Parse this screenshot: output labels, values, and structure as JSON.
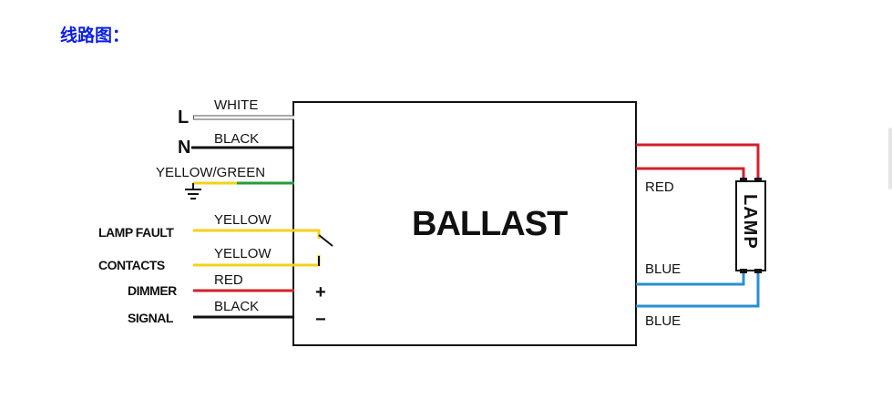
{
  "heading": "线路图：",
  "ballast_label": "BALLAST",
  "lamp_label": "LAMP",
  "terminals": {
    "line": "L",
    "neutral": "N",
    "lamp_fault": "LAMP FAULT",
    "contacts": "CONTACTS",
    "dimmer": "DIMMER",
    "signal": "SIGNAL",
    "plus": "+",
    "minus": "−"
  },
  "wires": {
    "white": "WHITE",
    "black_n": "BLACK",
    "yellow_green": "YELLOW/GREEN",
    "yellow_1": "YELLOW",
    "yellow_2": "YELLOW",
    "red_dim": "RED",
    "black_sig": "BLACK",
    "red_out": "RED",
    "blue_out_1": "BLUE",
    "blue_out_2": "BLUE"
  },
  "colors": {
    "red": "#d2202a",
    "blue": "#2a8fd0",
    "yellow": "#f2d21a",
    "green": "#2a9a3a",
    "black": "#111111",
    "heading": "#0a1ee6"
  }
}
